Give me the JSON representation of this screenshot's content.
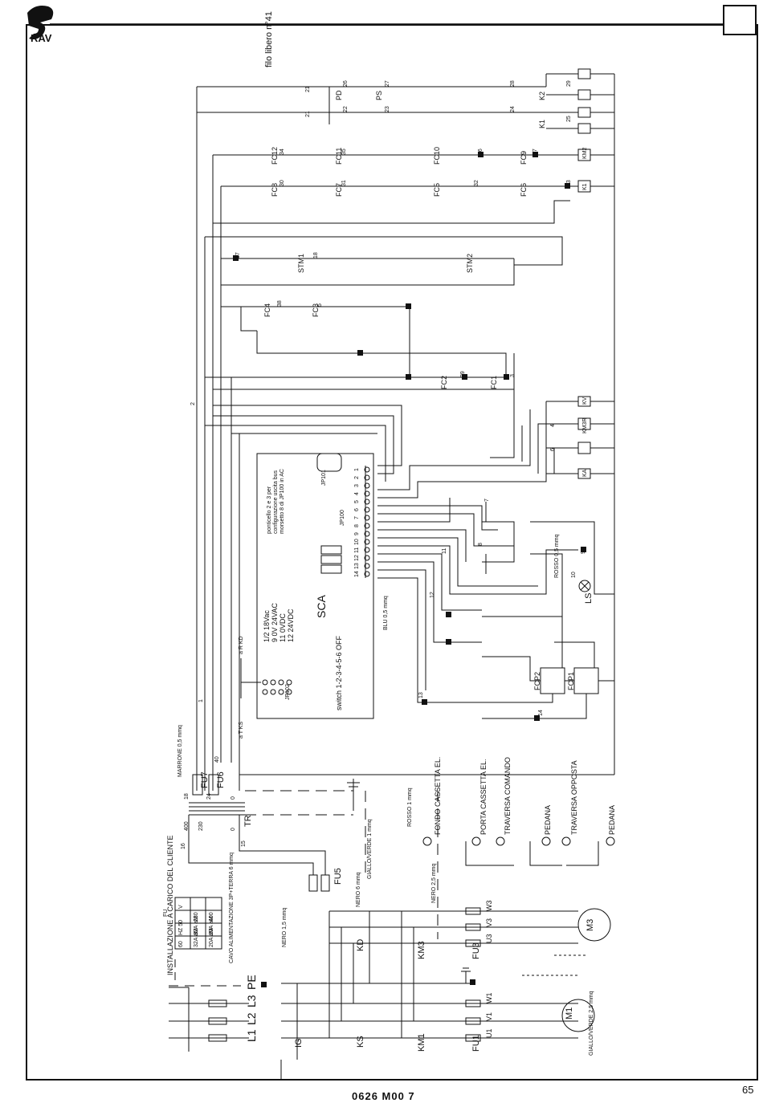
{
  "footer": {
    "code": "0626 M00   7",
    "page_number": "65"
  },
  "labels": {
    "free_wire": "filo libero n°41",
    "board": "SCA",
    "jumper_note_1": "ponticello 2 e 3 per",
    "jumper_note_2": "configurazione uscita bus",
    "jumper_note_3": "morsetto 8 di JP100 in AC",
    "voltage_1": "1/2  18Vac",
    "voltage_2": "9  0V 24VAC",
    "voltage_3": "11  0VDC",
    "voltage_4": "12  24VDC",
    "switch": "switch 1-2-3-4-5-6 OFF",
    "jp100": "JP100",
    "jp101": "JP101",
    "jp102": "JP102",
    "to_kd": "a R KD",
    "to_ks": "a T KS",
    "customer_install": "INSTALLAZIONE A CARICO DEL CLIENTE",
    "power_line": "CAVO ALIMENTAZIONE 3P+TERRA 6 mmq",
    "wire_marrone": "MARRONE 0,5 mmq",
    "wire_rosso": "ROSSO 1 mmq",
    "wire_giallo": "GIALLO/VERDE 1 mmq",
    "wire_nero15": "NERO 1,5 mmq",
    "wire_nero25": "NERO 2,5 mmq",
    "wire_nero6": "NERO 6 mmq",
    "wire_blu": "BLU 0,5 mmq",
    "wire_rosso05": "ROSSO 0,5 mmq",
    "wire_giallo25": "GIALLO/VERDE 2,5 mmq",
    "sensor_1": "FONDO CASSETTA EL.",
    "sensor_2": "PORTA CASSETTA EL.",
    "sensor_3": "TRAVERSA COMANDO",
    "sensor_4": "PEDANA",
    "sensor_5": "TRAVERSA OPPOSTA",
    "sensor_6": "PEDANA"
  },
  "fuse_table": {
    "headers": [
      "V",
      "230",
      "400"
    ],
    "rows": [
      [
        "HZ 50",
        "32A aM",
        "20A aM"
      ],
      [
        "60",
        "32A aM",
        "20A aM"
      ]
    ],
    "fu": "FU"
  },
  "components": {
    "phases": [
      "L1",
      "L2",
      "L3",
      "PE"
    ],
    "ig": "IG",
    "ks": "KS",
    "km1": "KM1",
    "fu1": "FU1",
    "m1": "M1",
    "kd": "KD",
    "km3": "KM3",
    "fu3": "FU3",
    "m3": "M3",
    "fu5": "FU5",
    "fu6": "FU6",
    "fu7": "FU7",
    "tr": "TR",
    "ls": "LS",
    "fcp1": "FCP1",
    "fcp2": "FCP2",
    "stm1": "STM1",
    "stm2": "STM2",
    "fc1": "FC1",
    "fc2": "FC2",
    "fc3": "FC3",
    "fc4": "FC4",
    "fc7": "FC7",
    "fc8": "FC8",
    "fc9": "FC9",
    "fc10": "FC10",
    "fc11": "FC11",
    "fc12": "FC12",
    "fc5": "FC5",
    "fc6": "FC6",
    "pd": "PD",
    "ps": "PS",
    "k1": "K1",
    "k2": "K2",
    "km2": "KM2",
    "kmr": "KM3R",
    "ki": "K1",
    "kv": "KV",
    "ka": "KA"
  },
  "terminals": {
    "jp100": [
      "1",
      "2",
      "3",
      "4",
      "5",
      "6",
      "7",
      "8",
      "9",
      "10",
      "11",
      "12",
      "13",
      "14"
    ],
    "transformer_in": [
      "400",
      "230",
      "0"
    ],
    "transformer_out": [
      "18",
      "24",
      "0"
    ]
  },
  "wires": [
    "21",
    "17",
    "18",
    "38",
    "36",
    "37",
    "35",
    "34",
    "33",
    "32",
    "31",
    "30",
    "5",
    "39",
    "3",
    "4",
    "6",
    "7",
    "8",
    "9",
    "10",
    "11",
    "12",
    "13",
    "14",
    "2",
    "1",
    "40",
    "16",
    "15",
    "22",
    "23",
    "24",
    "25",
    "26",
    "27",
    "28",
    "29",
    "W1",
    "V1",
    "U1",
    "W3",
    "V3",
    "U3"
  ]
}
